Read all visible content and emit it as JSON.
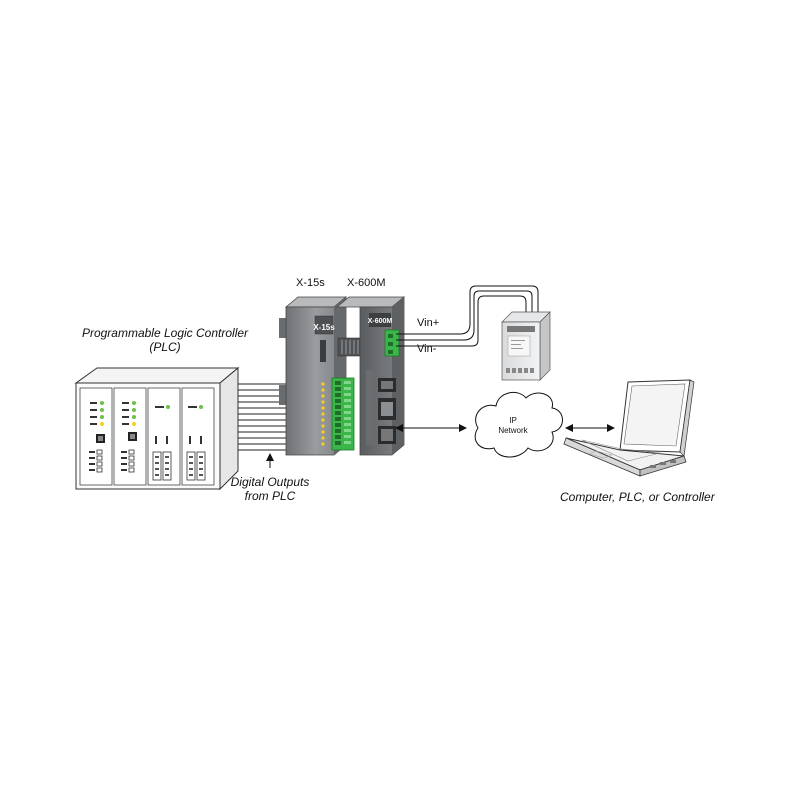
{
  "labels": {
    "plc_title_line1": "Programmable Logic Controller",
    "plc_title_line2": "(PLC)",
    "x15s": "X-15s",
    "x600m": "X-600M",
    "vin_plus": "Vin+",
    "vin_minus": "Vin-",
    "ip_line1": "IP",
    "ip_line2": "Network",
    "digital_outputs_line1": "Digital Outputs",
    "digital_outputs_line2": "from PLC",
    "computer": "Computer, PLC, or Controller"
  },
  "device_text": {
    "x15s_badge": "X-15s",
    "x600m_badge": "X-600M"
  },
  "colors": {
    "terminal_green": "#3cb54a",
    "led_green": "#6cc04a",
    "led_yellow": "#f2d21b",
    "device_gray": "#8a8d90",
    "line": "#111111"
  },
  "icons": [
    "plc-rack",
    "x15s-module",
    "x600m-module",
    "power-supply",
    "ip-network-cloud",
    "laptop"
  ]
}
